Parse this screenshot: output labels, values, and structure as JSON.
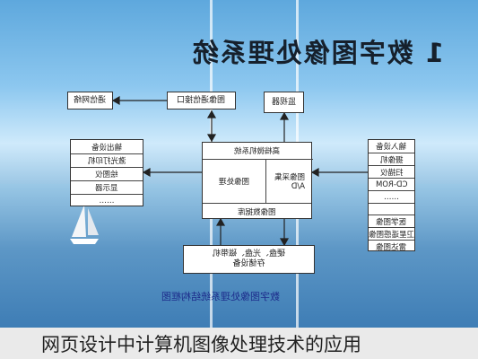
{
  "title": "1 数字图像处理系统",
  "boxes": {
    "comm_network": "通信网络",
    "comm_interface": "图像通信接口",
    "monitor": "监视器",
    "host_computer": "高档微机系统",
    "image_processing": "图像处理",
    "image_acquisition": "图像采集\nA/D",
    "image_database": "图像数据库",
    "storage": "硬盘、光盘、磁带机\n存储设备"
  },
  "output_devices": [
    "输出设备",
    "激光打印机",
    "绘图仪",
    "显示器",
    "……"
  ],
  "input_devices": [
    "输入设备",
    "摄像机",
    "扫描仪",
    "CD-ROM",
    "……",
    "",
    "医学图像",
    "卫星遥感图像",
    "雷达图像"
  ],
  "caption": "数字图像处理系统结构框图",
  "footer": "网页设计中计算机图像处理技术的应用"
}
